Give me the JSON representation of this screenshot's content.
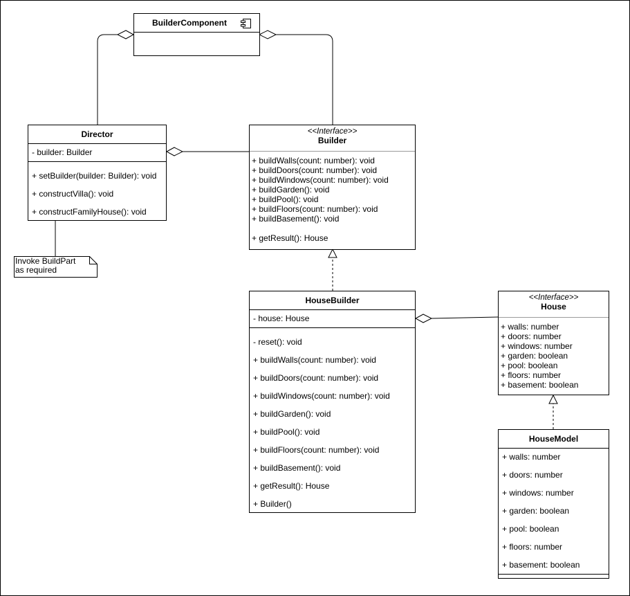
{
  "component": {
    "name": "BuilderComponent",
    "icon": "uml-component-icon"
  },
  "director": {
    "name": "Director",
    "attributes": [
      "- builder: Builder"
    ],
    "methods": [
      "+ setBuilder(builder: Builder): void",
      "+ constructVilla(): void",
      "+ constructFamilyHouse(): void"
    ]
  },
  "builder": {
    "stereotype": "<<Interface>>",
    "name": "Builder",
    "methods": [
      "+ buildWalls(count: number): void",
      "+ buildDoors(count: number): void",
      "+ buildWindows(count: number): void",
      "+ buildGarden(): void",
      "+ buildPool(): void",
      "+ buildFloors(count: number): void",
      "+ buildBasement(): void"
    ],
    "result_method": "+ getResult(): House"
  },
  "note": {
    "lines": [
      "Invoke BuildPart",
      "as required"
    ]
  },
  "house_builder": {
    "name": "HouseBuilder",
    "attributes": [
      "- house: House"
    ],
    "methods": [
      "- reset(): void",
      "+ buildWalls(count: number): void",
      "+ buildDoors(count: number): void",
      "+ buildWindows(count: number): void",
      "+ buildGarden(): void",
      "+ buildPool(): void",
      "+ buildFloors(count: number): void",
      "+ buildBasement(): void",
      "+ getResult(): House",
      "+ Builder()"
    ]
  },
  "house": {
    "stereotype": "<<Interface>>",
    "name": "House",
    "attributes": [
      "+ walls: number",
      "+ doors: number",
      "+ windows: number",
      "+ garden: boolean",
      "+ pool: boolean",
      "+ floors: number",
      "+ basement: boolean"
    ]
  },
  "house_model": {
    "name": "HouseModel",
    "attributes": [
      "+ walls: number",
      "+ doors: number",
      "+ windows: number",
      "+ garden: boolean",
      "+ pool: boolean",
      "+ floors: number",
      "+ basement: boolean"
    ]
  }
}
